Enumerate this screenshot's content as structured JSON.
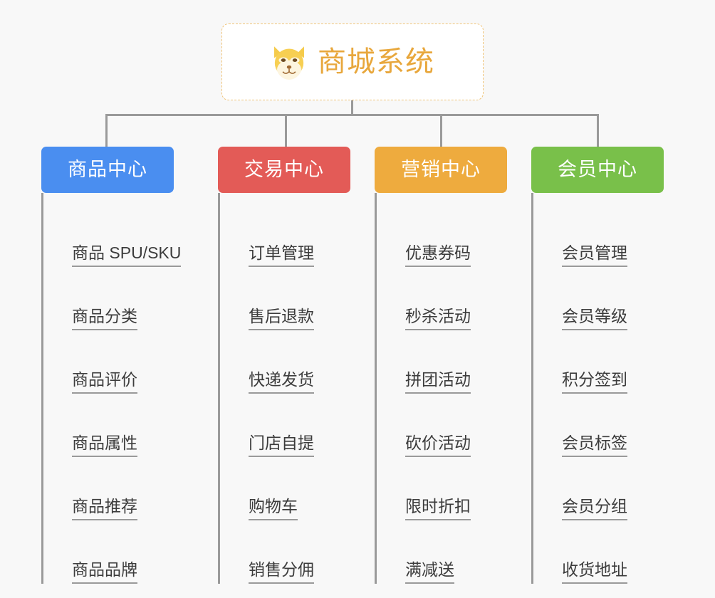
{
  "page": {
    "background": "#f8f8f8",
    "line_color": "#9a9a9a"
  },
  "root": {
    "title": "商城系统",
    "icon": "shiba-dog-face-icon",
    "border_color": "#f0c478",
    "text_color": "#e8a73c",
    "background": "#ffffff"
  },
  "branches": [
    {
      "label": "商品中心",
      "color": "#4a8ef0",
      "items": [
        "商品 SPU/SKU",
        "商品分类",
        "商品评价",
        "商品属性",
        "商品推荐",
        "商品品牌"
      ]
    },
    {
      "label": "交易中心",
      "color": "#e35b57",
      "items": [
        "订单管理",
        "售后退款",
        "快递发货",
        "门店自提",
        "购物车",
        "销售分佣"
      ]
    },
    {
      "label": "营销中心",
      "color": "#eeab3e",
      "items": [
        "优惠券码",
        "秒杀活动",
        "拼团活动",
        "砍价活动",
        "限时折扣",
        "满减送"
      ]
    },
    {
      "label": "会员中心",
      "color": "#79c04a",
      "items": [
        "会员管理",
        "会员等级",
        "积分签到",
        "会员标签",
        "会员分组",
        "收货地址"
      ]
    }
  ]
}
